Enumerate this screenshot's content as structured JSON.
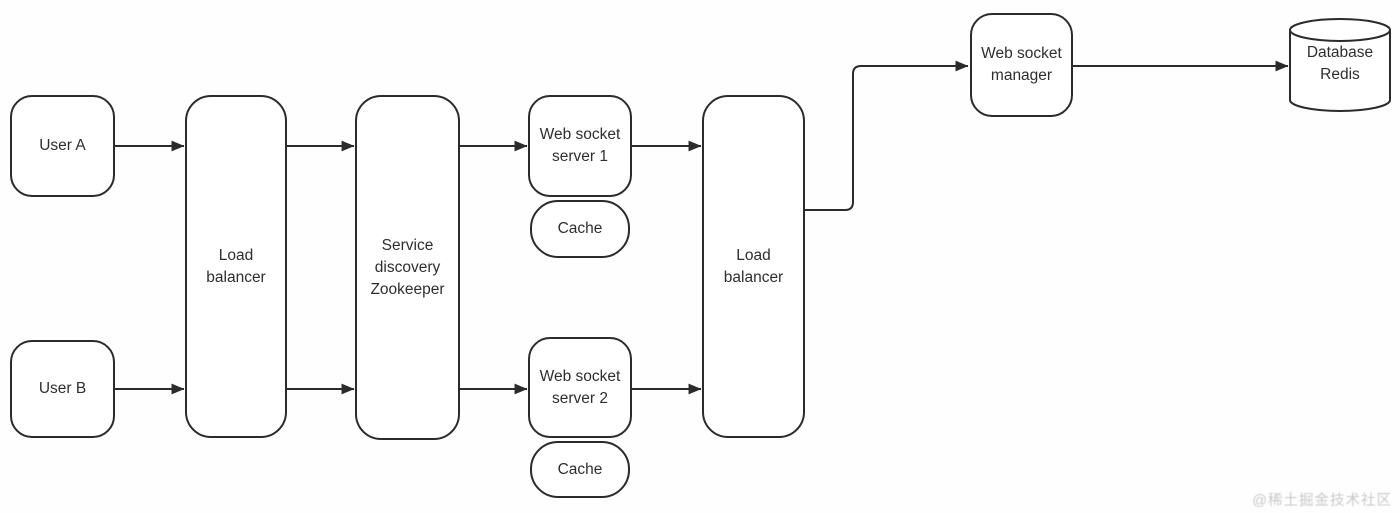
{
  "diagram": {
    "type": "architecture-flowchart",
    "colors": {
      "background": "#fefefe",
      "node_fill": "#ffffff",
      "stroke": "#2b2b2b",
      "text": "#2e2e2e",
      "watermark": "#c9c9c9"
    },
    "nodes": {
      "user_a": {
        "label": "User A",
        "shape": "rounded-rect"
      },
      "user_b": {
        "label": "User B",
        "shape": "rounded-rect"
      },
      "load_balancer_1": {
        "label": "Load balancer",
        "shape": "tall-rounded-rect"
      },
      "service_discovery": {
        "label": "Service discovery Zookeeper",
        "shape": "tall-rounded-rect"
      },
      "ws_server_1": {
        "label": "Web socket server 1",
        "shape": "rounded-rect"
      },
      "cache_1": {
        "label": "Cache",
        "shape": "pill"
      },
      "ws_server_2": {
        "label": "Web socket server 2",
        "shape": "rounded-rect"
      },
      "cache_2": {
        "label": "Cache",
        "shape": "pill"
      },
      "load_balancer_2": {
        "label": "Load balancer",
        "shape": "tall-rounded-rect"
      },
      "ws_manager": {
        "label": "Web socket manager",
        "shape": "rounded-rect"
      },
      "database_redis": {
        "label": "Database Redis",
        "shape": "cylinder"
      }
    },
    "edges": [
      {
        "from": "user_a",
        "to": "load_balancer_1",
        "style": "straight-arrow"
      },
      {
        "from": "user_b",
        "to": "load_balancer_1",
        "style": "straight-arrow"
      },
      {
        "from": "load_balancer_1",
        "to": "service_discovery",
        "style": "straight-arrow",
        "lane": "top"
      },
      {
        "from": "load_balancer_1",
        "to": "service_discovery",
        "style": "straight-arrow",
        "lane": "bottom"
      },
      {
        "from": "service_discovery",
        "to": "ws_server_1",
        "style": "straight-arrow"
      },
      {
        "from": "service_discovery",
        "to": "ws_server_2",
        "style": "straight-arrow"
      },
      {
        "from": "ws_server_1",
        "to": "load_balancer_2",
        "style": "straight-arrow"
      },
      {
        "from": "ws_server_2",
        "to": "load_balancer_2",
        "style": "straight-arrow"
      },
      {
        "from": "load_balancer_2",
        "to": "ws_manager",
        "style": "elbow-arrow"
      },
      {
        "from": "ws_manager",
        "to": "database_redis",
        "style": "straight-arrow"
      }
    ]
  },
  "watermark": {
    "text": "@稀土掘金技术社区"
  }
}
